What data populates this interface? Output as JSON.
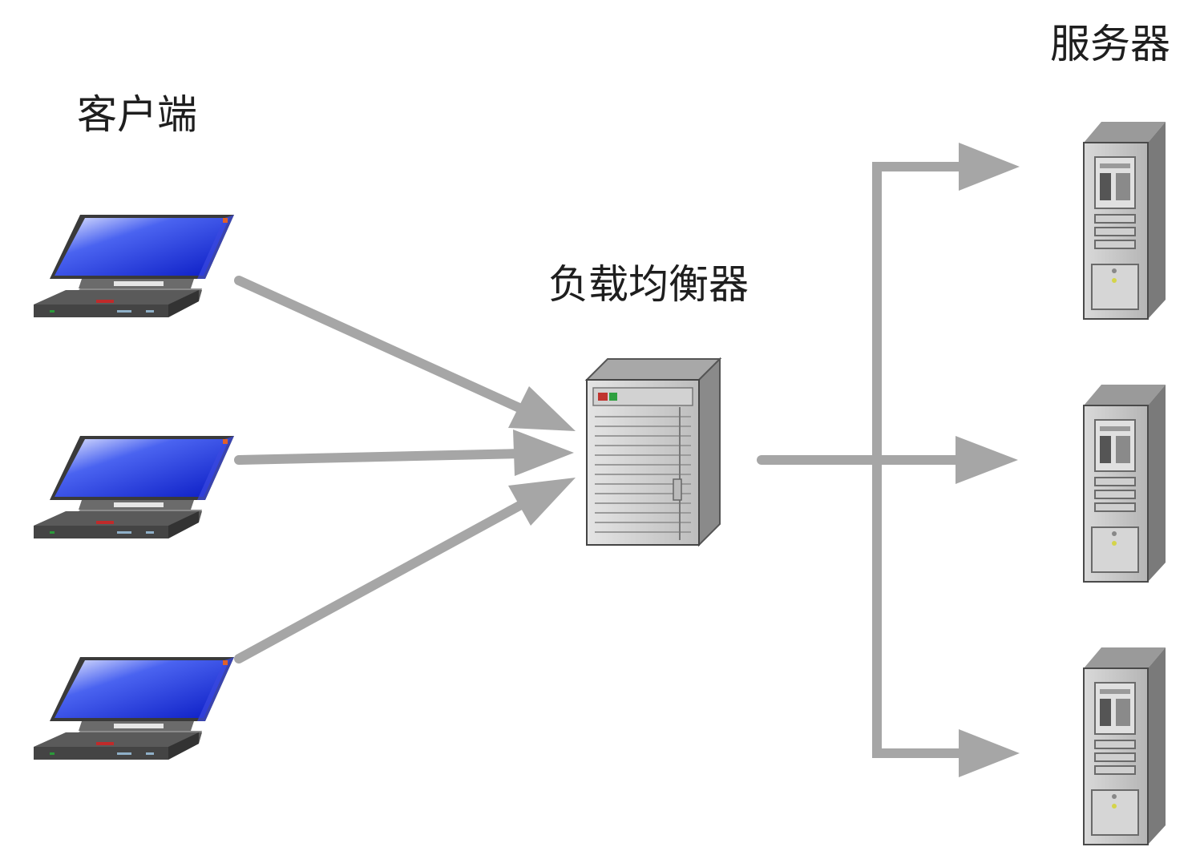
{
  "labels": {
    "clients": "客户端",
    "load_balancer": "负载均衡器",
    "servers": "服务器"
  },
  "colors": {
    "arrow": "#a6a6a6",
    "screen": "#1b2fd6",
    "laptop_body": "#4d4d4d",
    "server_body": "#c8c8c8"
  },
  "icons": {
    "client": "laptop-icon",
    "load_balancer": "server-rack-icon",
    "server": "server-tower-icon"
  }
}
